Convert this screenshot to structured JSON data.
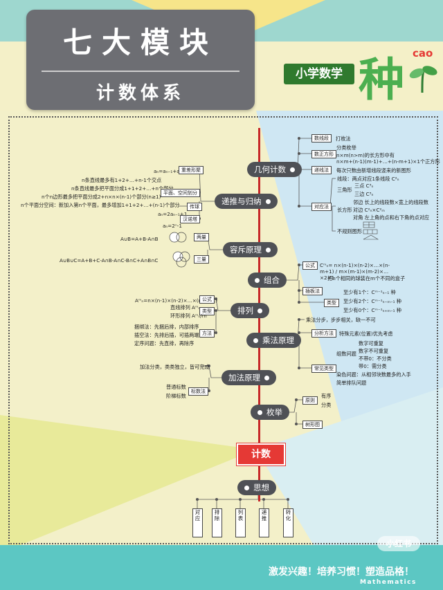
{
  "header": {
    "title": "七大模块",
    "subtitle": "计数体系",
    "brand_label": "小学数学",
    "brand_char": "种",
    "brand_pinyin": "cao"
  },
  "center": {
    "label": "计数"
  },
  "branches": [
    {
      "label": "几何计数"
    },
    {
      "label": "递推与归纳"
    },
    {
      "label": "容斥原理"
    },
    {
      "label": "组合"
    },
    {
      "label": "排列"
    },
    {
      "label": "乘法原理"
    },
    {
      "label": "加法原理"
    },
    {
      "label": "枚举"
    },
    {
      "label": "思想"
    }
  ],
  "geometry": {
    "tags": [
      "数线段",
      "数正方形",
      "递线法",
      "对应法"
    ],
    "notes": [
      "打枚法",
      "分类枚举",
      "n×m(n>m)的长方形中有",
      "n×m+(n-1)(m-1)+…+(n-m+1)×1个正方形",
      "每次只数由新增线段竖来的新图形"
    ],
    "dui_ying": {
      "line": "线段：两点对应1条线段 C²ₙ",
      "tri": "三角形",
      "tri1": "三点 C³ₙ",
      "tri2": "三边 C³ₙ",
      "rect": "长方形",
      "rect1": "邻边 长上的线段数×宽上的线段数",
      "rect2": "对边 C²ₙ×C²ₘ",
      "rect3": "对角 左上角的点和右下角的点对应",
      "irregular": "不规则图形"
    }
  },
  "recursion": {
    "tags": [
      "重差形聚",
      "平面、空间划分",
      "传球",
      "汉诺塔"
    ],
    "notes": [
      "aₙ=aₙ₋₁+aₙ₋₂",
      "n条直线最多有1+2+…+n-1个交点",
      "n条直线最多把平面分成1+1+2+…+n个部分",
      "n个n边形最多把平面分成2+n×n×(n-1)个部分(n≥1)",
      "n个平面分空间：新加入第n个平面，最多增加1+1+2+…+(n-1)个部分",
      "aₙ=2aₙ₋₁+1",
      "aₙ=2ⁿ-1"
    ]
  },
  "inclusion": {
    "tags": [
      "两量",
      "三量"
    ],
    "two": "A∪B=A+B-A∩B",
    "three": "A∪B∪C=A+B+C-A∩B-A∩C-B∩C+A∩B∩C"
  },
  "combination": {
    "tags": [
      "公式",
      "插板法",
      "类型"
    ],
    "formula": "Cᵐₙ= n×(n-1)×(n-2)×…×(n-m+1) / m×(m-1)×(m-2)×…×2×1",
    "cha_ban": "把n个相同的球装在m个不同的盒子",
    "types": [
      "至少有1个：Cᵐ⁻¹ₙ₋₁ 种",
      "至少有2个：Cᵐ⁻¹ₙ₋ₘ₋₁ 种",
      "至少有0个：Cᵐ⁻¹ₙ₊ₘ₋₁ 种"
    ]
  },
  "permutation": {
    "tags": [
      "公式",
      "类型",
      "方法"
    ],
    "formula": "Aᵐₙ=n×(n-1)×(n-2)×…×(n-m+1)",
    "types": [
      "直线排列 Aᵐₙ",
      "环形排列 Aᵐₙ/m"
    ],
    "methods": [
      "捆绑法：先捆后排，内部排序",
      "插空法：先排后插，可插两端",
      "定序问题：先直排，再除序"
    ]
  },
  "multiplication": {
    "notes": [
      "乘法分步，步步相关，缺一不可"
    ],
    "tags": [
      "分析方法",
      "常见类型"
    ],
    "analysis": "特殊元素(位置)优先考虑",
    "groups": "组数问题",
    "group_items": [
      "数字可重复",
      "数字不可重复",
      "不带0：不分类",
      "带0：需分类"
    ],
    "others": [
      "染色问题：从相邻块数最多的入手",
      "简单排队问题"
    ]
  },
  "addition": {
    "notes": [
      "加法分类，类类独立，皆可完成"
    ],
    "tag": "标数法",
    "items": [
      "普通标数",
      "阶梯标数"
    ]
  },
  "enumeration": {
    "tags": [
      "原则",
      "树形图"
    ],
    "items": [
      "有序",
      "分类"
    ]
  },
  "thought": {
    "items": [
      "对应",
      "排除",
      "列表",
      "递推",
      "转化"
    ]
  },
  "footer": {
    "slogan": "激发兴趣！培养习惯！塑造品格！",
    "en": "Mathematics",
    "watermark": "小红书"
  },
  "colors": {
    "spine": "#c62828",
    "node": "#4f5156",
    "center": "#e53935",
    "teal": "#5cc7c3"
  }
}
